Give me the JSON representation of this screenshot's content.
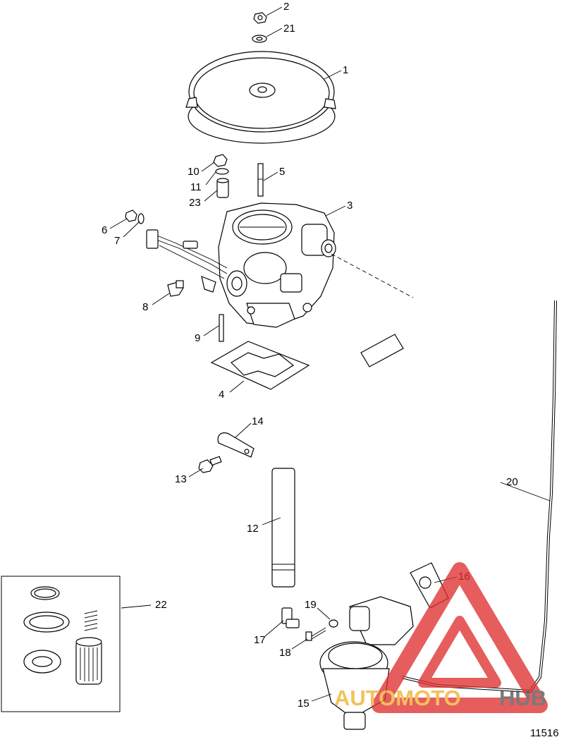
{
  "labels": {
    "l1": "1",
    "l2": "2",
    "l3": "3",
    "l4": "4",
    "l5": "5",
    "l6": "6",
    "l7": "7",
    "l8": "8",
    "l9": "9",
    "l10": "10",
    "l11": "11",
    "l12": "12",
    "l13": "13",
    "l14": "14",
    "l15": "15",
    "l16": "16",
    "l17": "17",
    "l18": "18",
    "l19": "19",
    "l20": "20",
    "l21": "21",
    "l22": "22",
    "l23": "23"
  },
  "figure_id": "11516",
  "watermark": {
    "part1": "AUTOMOTO",
    "part2": "HUB",
    "color_primary": "#e03030",
    "color_secondary": "#f0b030",
    "color_dark": "#555555"
  }
}
